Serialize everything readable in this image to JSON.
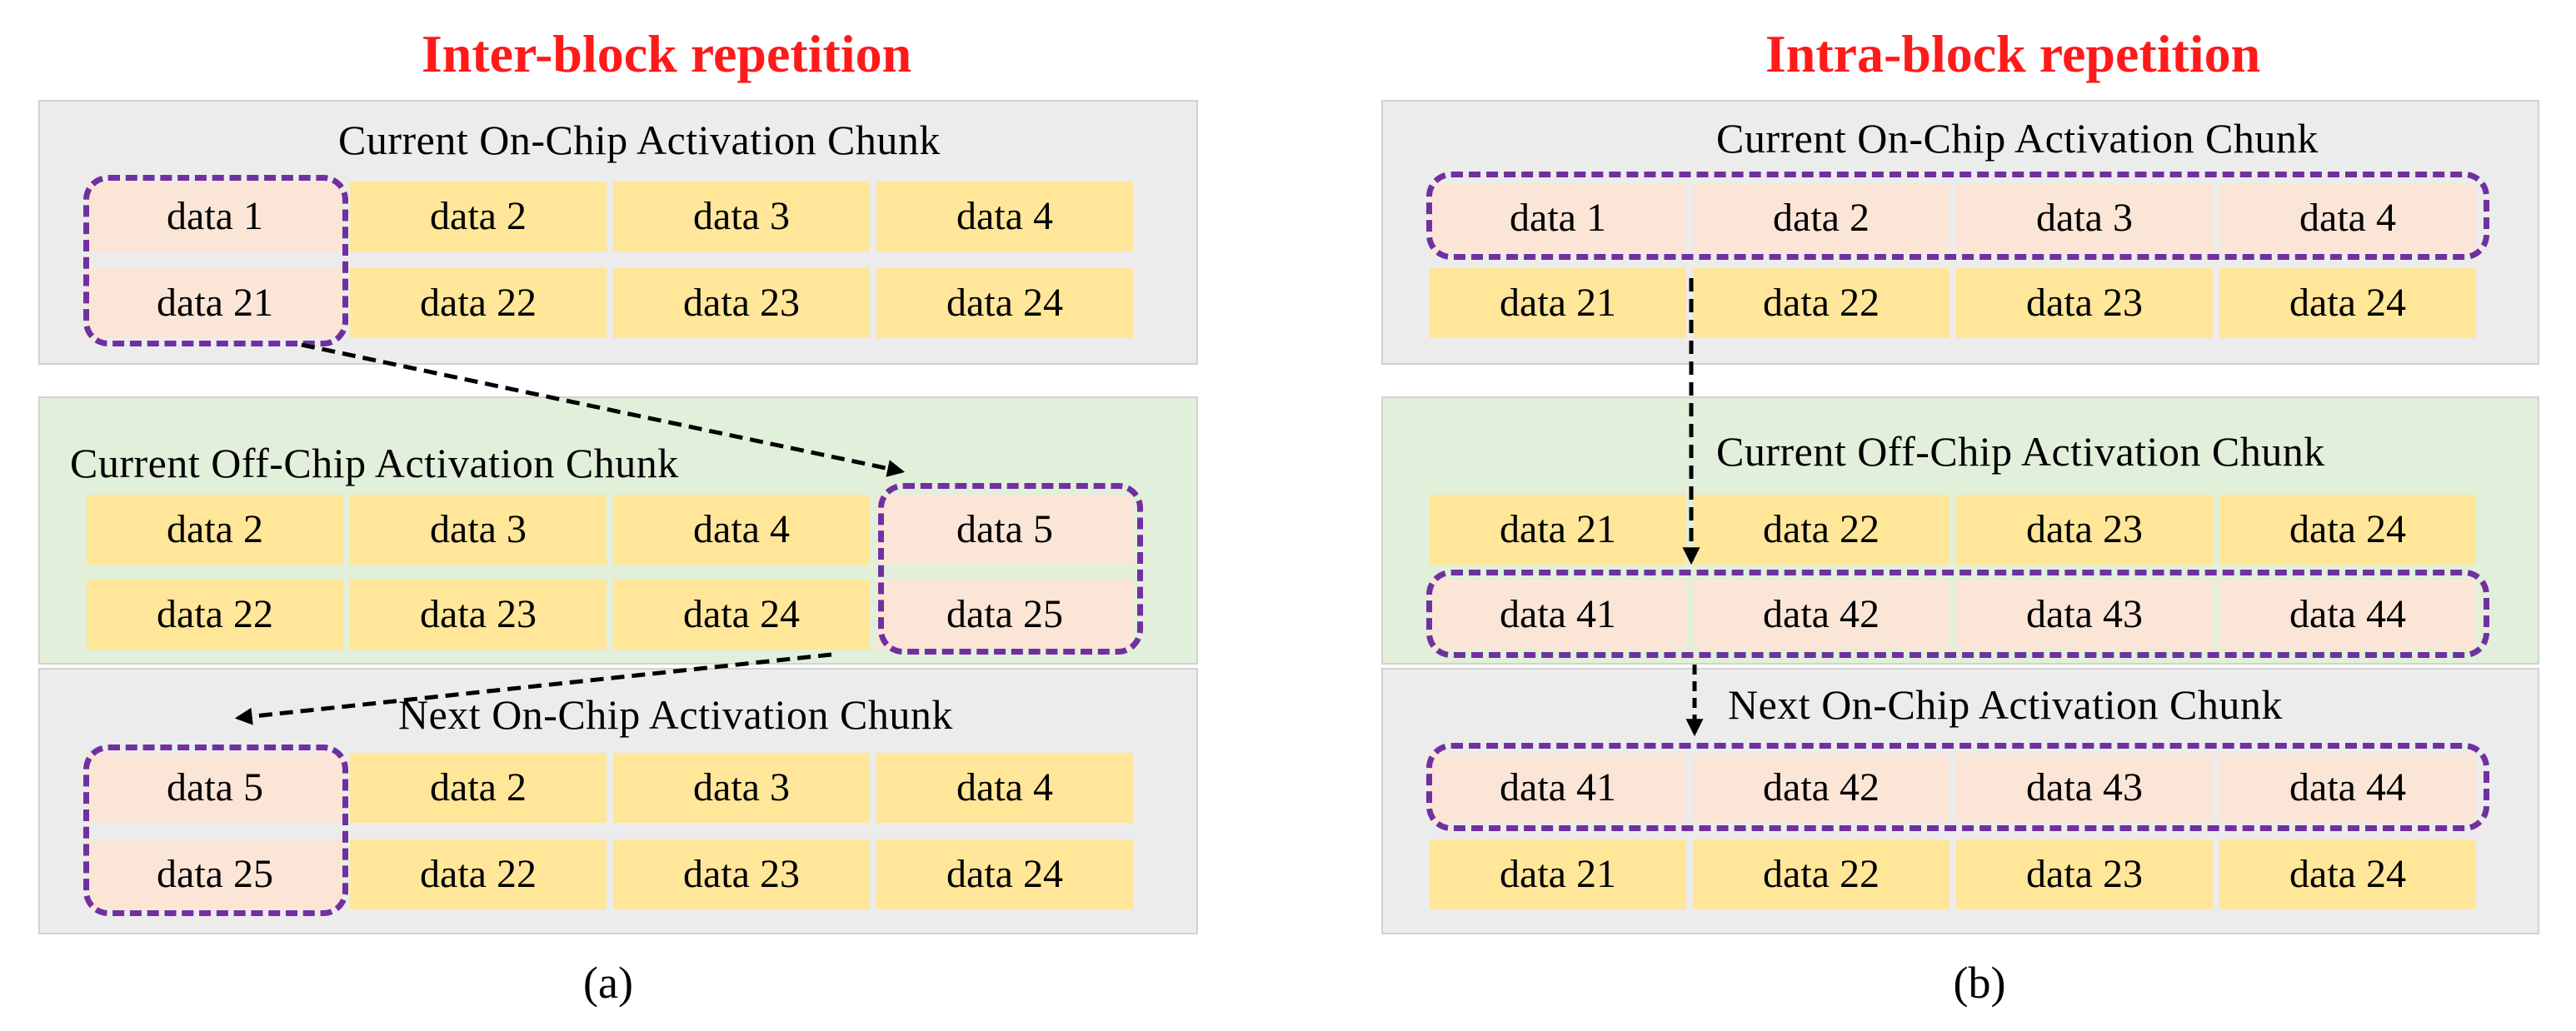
{
  "left": {
    "title": "Inter-block repetition",
    "caption": "(a)",
    "current_on_chip": {
      "label": "Current On-Chip Activation Chunk",
      "row1": [
        "data 1",
        "data 2",
        "data 3",
        "data 4"
      ],
      "row2": [
        "data 21",
        "data 22",
        "data 23",
        "data 24"
      ]
    },
    "current_off_chip": {
      "label": "Current Off-Chip Activation Chunk",
      "row1": [
        "data 2",
        "data 3",
        "data 4",
        "data 5"
      ],
      "row2": [
        "data 22",
        "data 23",
        "data 24",
        "data 25"
      ]
    },
    "next_on_chip": {
      "label": "Next On-Chip Activation Chunk",
      "row1": [
        "data 5",
        "data 2",
        "data 3",
        "data 4"
      ],
      "row2": [
        "data 25",
        "data 22",
        "data 23",
        "data 24"
      ]
    }
  },
  "right": {
    "title": "Intra-block repetition",
    "caption": "(b)",
    "current_on_chip": {
      "label": "Current On-Chip Activation Chunk",
      "row1": [
        "data 1",
        "data 2",
        "data 3",
        "data 4"
      ],
      "row2": [
        "data 21",
        "data 22",
        "data 23",
        "data 24"
      ]
    },
    "current_off_chip": {
      "label": "Current Off-Chip Activation Chunk",
      "row1": [
        "data 21",
        "data 22",
        "data 23",
        "data 24"
      ],
      "row2": [
        "data 41",
        "data 42",
        "data 43",
        "data 44"
      ]
    },
    "next_on_chip": {
      "label": "Next On-Chip Activation Chunk",
      "row1": [
        "data 41",
        "data 42",
        "data 43",
        "data 44"
      ],
      "row2": [
        "data 21",
        "data 22",
        "data 23",
        "data 24"
      ]
    }
  },
  "colors": {
    "title": "#ff1a1a",
    "gray_panel": "#ececec",
    "green_panel": "#e2efda",
    "cell_yellow": "#ffe699",
    "cell_pink": "#fbe5d6",
    "highlight_border": "#7030a0"
  }
}
